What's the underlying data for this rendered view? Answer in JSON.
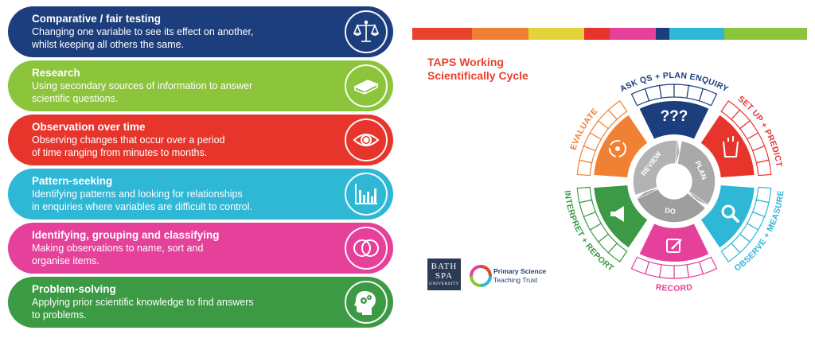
{
  "cards": [
    {
      "title": "Comparative / fair testing",
      "desc": [
        "Changing one variable to see its effect on another,",
        "whilst keeping all others the same."
      ],
      "color": "#1d3e7c",
      "icon": "scales-icon"
    },
    {
      "title": "Research",
      "desc": [
        "Using secondary sources of information to answer",
        "scientific questions."
      ],
      "color": "#8cc43c",
      "icon": "book-icon"
    },
    {
      "title": "Observation over time",
      "desc": [
        "Observing changes that occur over a period",
        "of time ranging from minutes to months."
      ],
      "color": "#e8352c",
      "icon": "eye-icon"
    },
    {
      "title": "Pattern-seeking",
      "desc": [
        "Identifying patterns and looking for relationships",
        "in enquiries where variables are difficult to control."
      ],
      "color": "#2fb7d6",
      "icon": "bar-chart-icon"
    },
    {
      "title": "Identifying, grouping and classifying",
      "desc": [
        "Making observations to name, sort and",
        "organise items."
      ],
      "color": "#e5409a",
      "icon": "venn-icon"
    },
    {
      "title": "Problem-solving",
      "desc": [
        "Applying prior scientific knowledge to find answers",
        "to problems."
      ],
      "color": "#3b9a43",
      "icon": "head-gears-icon"
    }
  ],
  "colors": {
    "stripe": [
      "#e8412c",
      "#e8412c",
      "#f08033",
      "#e3d33a",
      "#e8352c",
      "#e5409a",
      "#1d3e7c",
      "#2fb7d6",
      "#8cc43c"
    ],
    "brand_red": "#e8412c",
    "navy": "#1d3e7c",
    "orange": "#f08033",
    "green": "#3b9a43",
    "pink": "#e5409a",
    "cyan": "#2fb7d6"
  },
  "taps": {
    "title_line1": "TAPS Working",
    "title_line2": "Scientifically Cycle"
  },
  "cycle": {
    "segments": [
      {
        "label": "ASK QS + PLAN ENQUIRY",
        "color": "#1d3e7c",
        "icon": "question-marks-icon",
        "icon_text": "???"
      },
      {
        "label": "SET UP + PREDICT",
        "color": "#e8352c",
        "icon": "beaker-icon"
      },
      {
        "label": "OBSERVE + MEASURE",
        "color": "#2fb7d6",
        "icon": "magnifier-icon"
      },
      {
        "label": "RECORD",
        "color": "#e5409a",
        "icon": "pencil-icon"
      },
      {
        "label": "INTERPRET + REPORT",
        "color": "#3b9a43",
        "icon": "megaphone-icon"
      },
      {
        "label": "EVALUATE",
        "color": "#f08033",
        "icon": "cycle-arrows-icon"
      }
    ],
    "inner": [
      "PLAN",
      "DO",
      "REVIEW"
    ]
  },
  "logos": {
    "bath_line1": "BATH",
    "bath_line2": "SPA",
    "bath_line3": "UNIVERSITY",
    "psts_line1": "Primary Science",
    "psts_line2": "Teaching Trust"
  }
}
